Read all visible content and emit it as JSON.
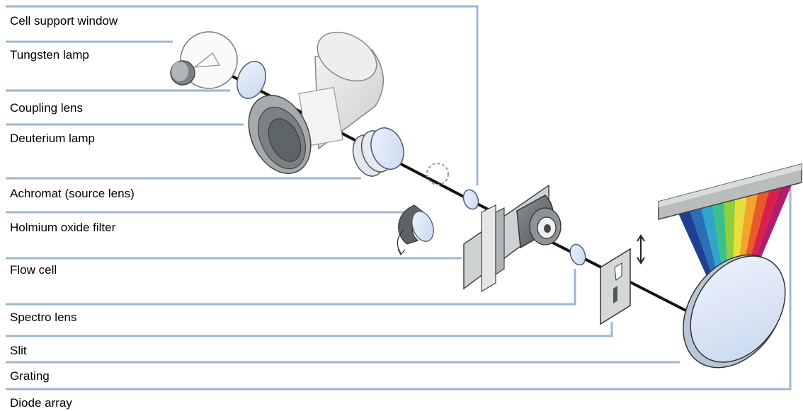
{
  "labels": {
    "cell_support_window": "Cell support window",
    "tungsten_lamp": "Tungsten lamp",
    "coupling_lens": "Coupling lens",
    "deuterium_lamp": "Deuterium lamp",
    "achromat": "Achromat (source lens)",
    "holmium_oxide_filter": "Holmium oxide filter",
    "flow_cell": "Flow cell",
    "spectro_lens": "Spectro lens",
    "slit": "Slit",
    "grating": "Grating",
    "diode_array": "Diode array"
  },
  "colors": {
    "leader_line": "#9db6d4",
    "lens_fill": "#dbe6f7",
    "dark_part": "#6b7478",
    "spectrum": [
      "#1f3f8f",
      "#2a6fb8",
      "#2fa6c9",
      "#3cbf8a",
      "#8fcf3c",
      "#e6e03a",
      "#f2a52a",
      "#ea5a28",
      "#d8204a",
      "#b21c6a"
    ]
  }
}
